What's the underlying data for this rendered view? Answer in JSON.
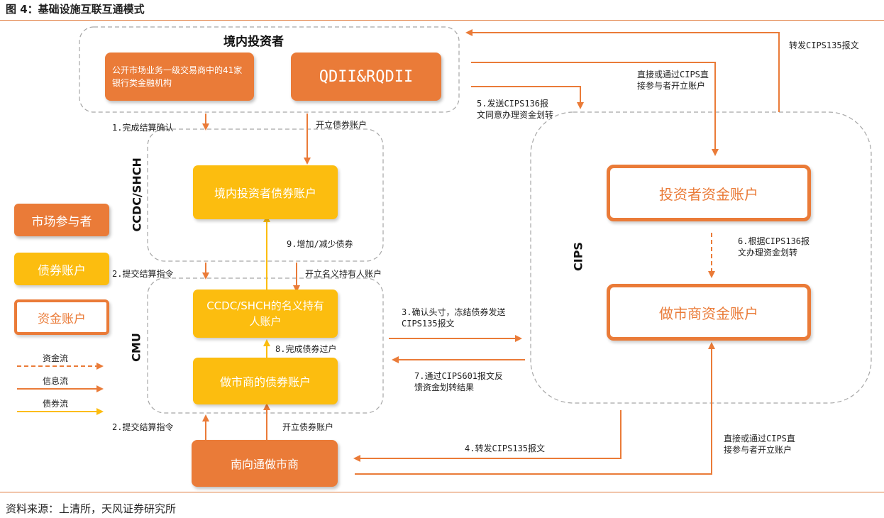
{
  "figure": {
    "title": "图 4：基础设施互联互通模式",
    "source": "资料来源：上清所，天风证券研究所"
  },
  "groups": {
    "domestic": "境内投资者",
    "ccdc": "CCDC/SHCH",
    "cmu": "CMU",
    "cips": "CIPS"
  },
  "boxes": {
    "banks": "公开市场业务一级交易商中的41家银行类金融机构",
    "qdii": "QDII&RQDII",
    "domestic_bond": "境内投资者债券账户",
    "nominee_bond": "CCDC/SHCH的名义持有人账户",
    "mm_bond": "做市商的债券账户",
    "southbound_mm": "南向通做市商",
    "investor_fund": "投资者资金账户",
    "mm_fund": "做市商资金账户"
  },
  "legend": {
    "market_participant": "市场参与者",
    "bond_account": "债券账户",
    "fund_account": "资金账户",
    "fund_flow": "资金流",
    "info_flow": "信息流",
    "bond_flow": "债券流"
  },
  "notes": {
    "n1": "1.完成结算确认",
    "open_bond_1": "开立债券账户",
    "n2a": "2.提交结算指令",
    "open_nominee": "开立名义持有人账户",
    "n2b": "2.提交结算指令",
    "open_bond_2": "开立债券账户",
    "n9": "9.增加/减少债券",
    "n8": "8.完成债券过户",
    "n3": "3.确认头寸，冻结债券发送CIPS135报文",
    "n7": "7.通过CIPS601报文反馈资金划转结果",
    "n4": "4.转发CIPS135报文",
    "n5": "5.发送CIPS136报文同意办理资金划转",
    "n6": "6.根据CIPS136报文办理资金划转",
    "forward": "转发CIPS135报文",
    "direct_top": "直接或通过CIPS直接参与者开立账户",
    "direct_bottom": "直接或通过CIPS直接参与者开立账户"
  },
  "colors": {
    "orange": "#ea7b38",
    "yellow": "#fcbd0f",
    "dash_gray": "#a6a6a6"
  }
}
